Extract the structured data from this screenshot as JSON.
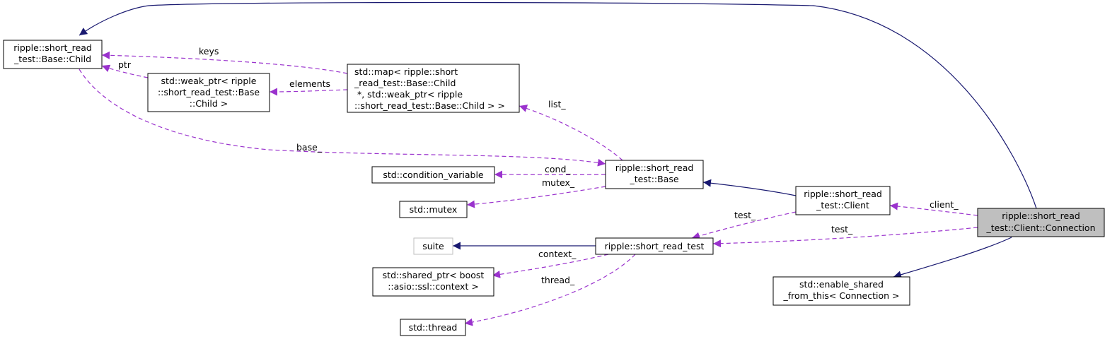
{
  "nodes": {
    "connection": [
      "ripple::short_read",
      "_test::Client::Connection"
    ],
    "base_child": [
      "ripple::short_read",
      "_test::Base::Child"
    ],
    "weak_ptr": [
      "std::weak_ptr< ripple",
      "::short_read_test::Base",
      "::Child >"
    ],
    "map": [
      "std::map< ripple::short",
      "_read_test::Base::Child",
      " *, std::weak_ptr< ripple",
      "::short_read_test::Base::Child > >"
    ],
    "base": [
      "ripple::short_read",
      "_test::Base"
    ],
    "cond_var": [
      "std::condition_variable"
    ],
    "mutex": [
      "std::mutex"
    ],
    "client": [
      "ripple::short_read",
      "_test::Client"
    ],
    "short_read_test": [
      "ripple::short_read_test"
    ],
    "suite": [
      "suite"
    ],
    "shared_ptr": [
      "std::shared_ptr< boost",
      "::asio::ssl::context >"
    ],
    "thread": [
      "std::thread"
    ],
    "enable_shared": [
      "std::enable_shared",
      "_from_this< Connection >"
    ]
  },
  "edge_labels": {
    "keys": "keys",
    "ptr": "ptr",
    "elements": "elements",
    "list": "list_",
    "base": "base_",
    "cond": "cond_",
    "mutex": "mutex_",
    "client": "client_",
    "test_client": "test_",
    "test_conn": "test_",
    "context": "context_",
    "thread": "thread_"
  }
}
